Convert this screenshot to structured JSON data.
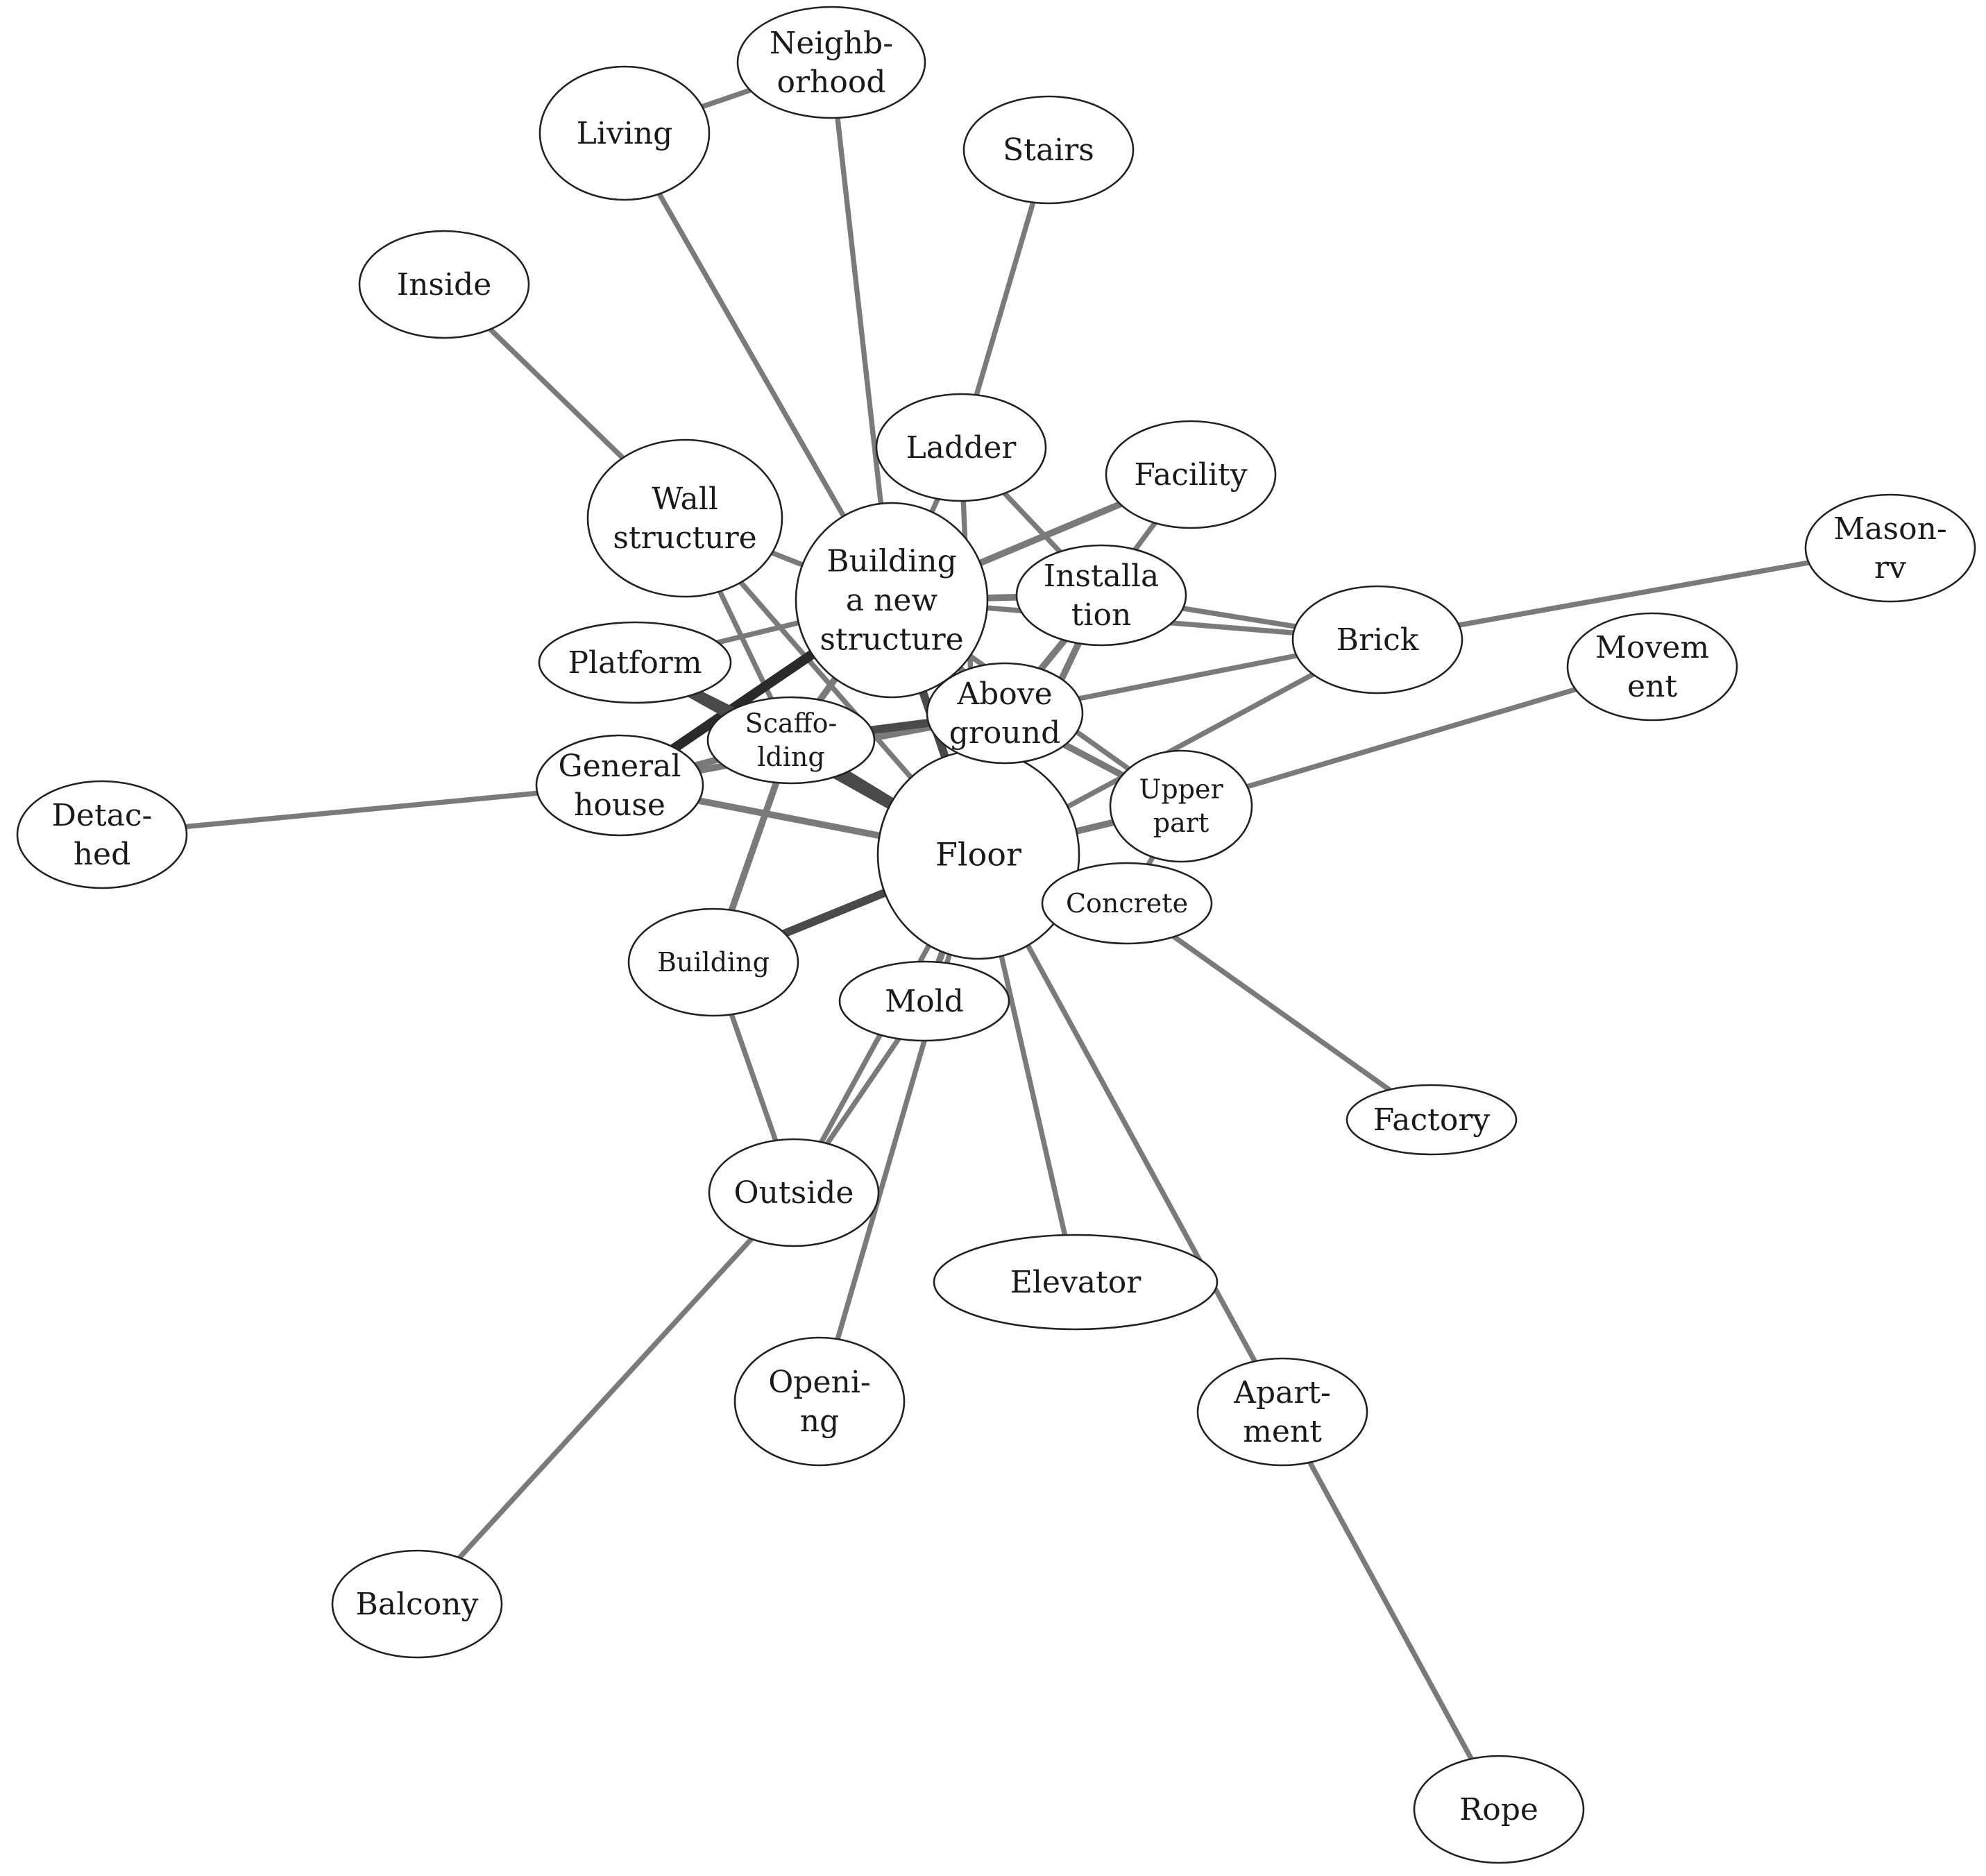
{
  "diagram": {
    "type": "network",
    "nodes": [
      {
        "id": "floor",
        "label": [
          "Floor"
        ]
      },
      {
        "id": "building_new",
        "label": [
          "Building",
          "a new",
          "structure"
        ]
      },
      {
        "id": "above_ground",
        "label": [
          "Above",
          "ground"
        ]
      },
      {
        "id": "scaffolding",
        "label": [
          "Scaffo-",
          "lding"
        ]
      },
      {
        "id": "general_house",
        "label": [
          "General",
          "house"
        ]
      },
      {
        "id": "platform",
        "label": [
          "Platform"
        ]
      },
      {
        "id": "wall_structure",
        "label": [
          "Wall",
          "structure"
        ]
      },
      {
        "id": "ladder",
        "label": [
          "Ladder"
        ]
      },
      {
        "id": "installation",
        "label": [
          "Installa",
          "tion"
        ]
      },
      {
        "id": "facility",
        "label": [
          "Facility"
        ]
      },
      {
        "id": "brick",
        "label": [
          "Brick"
        ]
      },
      {
        "id": "upper_part",
        "label": [
          "Upper",
          "part"
        ]
      },
      {
        "id": "concrete",
        "label": [
          "Concrete"
        ]
      },
      {
        "id": "mold",
        "label": [
          "Mold"
        ]
      },
      {
        "id": "building",
        "label": [
          "Building"
        ]
      },
      {
        "id": "outside",
        "label": [
          "Outside"
        ]
      },
      {
        "id": "elevator",
        "label": [
          "Elevator"
        ]
      },
      {
        "id": "apartment",
        "label": [
          "Apart-",
          "ment"
        ]
      },
      {
        "id": "opening",
        "label": [
          "Openi-",
          "ng"
        ]
      },
      {
        "id": "balcony",
        "label": [
          "Balcony"
        ]
      },
      {
        "id": "rope",
        "label": [
          "Rope"
        ]
      },
      {
        "id": "factory",
        "label": [
          "Factory"
        ]
      },
      {
        "id": "movement",
        "label": [
          "Movem",
          "ent"
        ]
      },
      {
        "id": "masonry",
        "label": [
          "Mason-",
          "rv"
        ]
      },
      {
        "id": "detached",
        "label": [
          "Detac-",
          "hed"
        ]
      },
      {
        "id": "inside",
        "label": [
          "Inside"
        ]
      },
      {
        "id": "living",
        "label": [
          "Living"
        ]
      },
      {
        "id": "neighborhood",
        "label": [
          "Neighb-",
          "orhood"
        ]
      },
      {
        "id": "stairs",
        "label": [
          "Stairs"
        ]
      }
    ],
    "edges": [
      {
        "source": "living",
        "target": "neighborhood",
        "weight": 2
      },
      {
        "source": "living",
        "target": "building_new",
        "weight": 2
      },
      {
        "source": "neighborhood",
        "target": "building_new",
        "weight": 2
      },
      {
        "source": "stairs",
        "target": "ladder",
        "weight": 2
      },
      {
        "source": "inside",
        "target": "wall_structure",
        "weight": 2
      },
      {
        "source": "wall_structure",
        "target": "building_new",
        "weight": 2
      },
      {
        "source": "wall_structure",
        "target": "scaffolding",
        "weight": 2
      },
      {
        "source": "wall_structure",
        "target": "floor",
        "weight": 2
      },
      {
        "source": "ladder",
        "target": "installation",
        "weight": 2
      },
      {
        "source": "ladder",
        "target": "floor",
        "weight": 2
      },
      {
        "source": "ladder",
        "target": "building_new",
        "weight": 2
      },
      {
        "source": "facility",
        "target": "building_new",
        "weight": 3
      },
      {
        "source": "facility",
        "target": "installation",
        "weight": 2
      },
      {
        "source": "building_new",
        "target": "installation",
        "weight": 3
      },
      {
        "source": "building_new",
        "target": "above_ground",
        "weight": 3
      },
      {
        "source": "building_new",
        "target": "floor",
        "weight": 4
      },
      {
        "source": "building_new",
        "target": "scaffolding",
        "weight": 3
      },
      {
        "source": "building_new",
        "target": "general_house",
        "weight": 5
      },
      {
        "source": "building_new",
        "target": "platform",
        "weight": 2
      },
      {
        "source": "building_new",
        "target": "brick",
        "weight": 2
      },
      {
        "source": "building_new",
        "target": "upper_part",
        "weight": 2
      },
      {
        "source": "platform",
        "target": "scaffolding",
        "weight": 4
      },
      {
        "source": "platform",
        "target": "floor",
        "weight": 4
      },
      {
        "source": "general_house",
        "target": "scaffolding",
        "weight": 3
      },
      {
        "source": "general_house",
        "target": "floor",
        "weight": 3
      },
      {
        "source": "general_house",
        "target": "above_ground",
        "weight": 3
      },
      {
        "source": "general_house",
        "target": "detached",
        "weight": 2
      },
      {
        "source": "scaffolding",
        "target": "above_ground",
        "weight": 4
      },
      {
        "source": "scaffolding",
        "target": "floor",
        "weight": 4
      },
      {
        "source": "scaffolding",
        "target": "building",
        "weight": 3
      },
      {
        "source": "installation",
        "target": "above_ground",
        "weight": 3
      },
      {
        "source": "installation",
        "target": "brick",
        "weight": 2
      },
      {
        "source": "installation",
        "target": "floor",
        "weight": 3
      },
      {
        "source": "above_ground",
        "target": "floor",
        "weight": 4
      },
      {
        "source": "above_ground",
        "target": "brick",
        "weight": 2
      },
      {
        "source": "above_ground",
        "target": "upper_part",
        "weight": 3
      },
      {
        "source": "brick",
        "target": "masonry",
        "weight": 2
      },
      {
        "source": "brick",
        "target": "floor",
        "weight": 2
      },
      {
        "source": "upper_part",
        "target": "movement",
        "weight": 2
      },
      {
        "source": "upper_part",
        "target": "floor",
        "weight": 3
      },
      {
        "source": "floor",
        "target": "concrete",
        "weight": 3
      },
      {
        "source": "floor",
        "target": "building",
        "weight": 4
      },
      {
        "source": "floor",
        "target": "mold",
        "weight": 3
      },
      {
        "source": "floor",
        "target": "elevator",
        "weight": 2
      },
      {
        "source": "floor",
        "target": "apartment",
        "weight": 2
      },
      {
        "source": "floor",
        "target": "outside",
        "weight": 2
      },
      {
        "source": "floor",
        "target": "opening",
        "weight": 2
      },
      {
        "source": "concrete",
        "target": "factory",
        "weight": 2
      },
      {
        "source": "concrete",
        "target": "upper_part",
        "weight": 2
      },
      {
        "source": "mold",
        "target": "outside",
        "weight": 2
      },
      {
        "source": "building",
        "target": "outside",
        "weight": 2
      },
      {
        "source": "outside",
        "target": "balcony",
        "weight": 2
      },
      {
        "source": "apartment",
        "target": "rope",
        "weight": 2
      }
    ]
  }
}
